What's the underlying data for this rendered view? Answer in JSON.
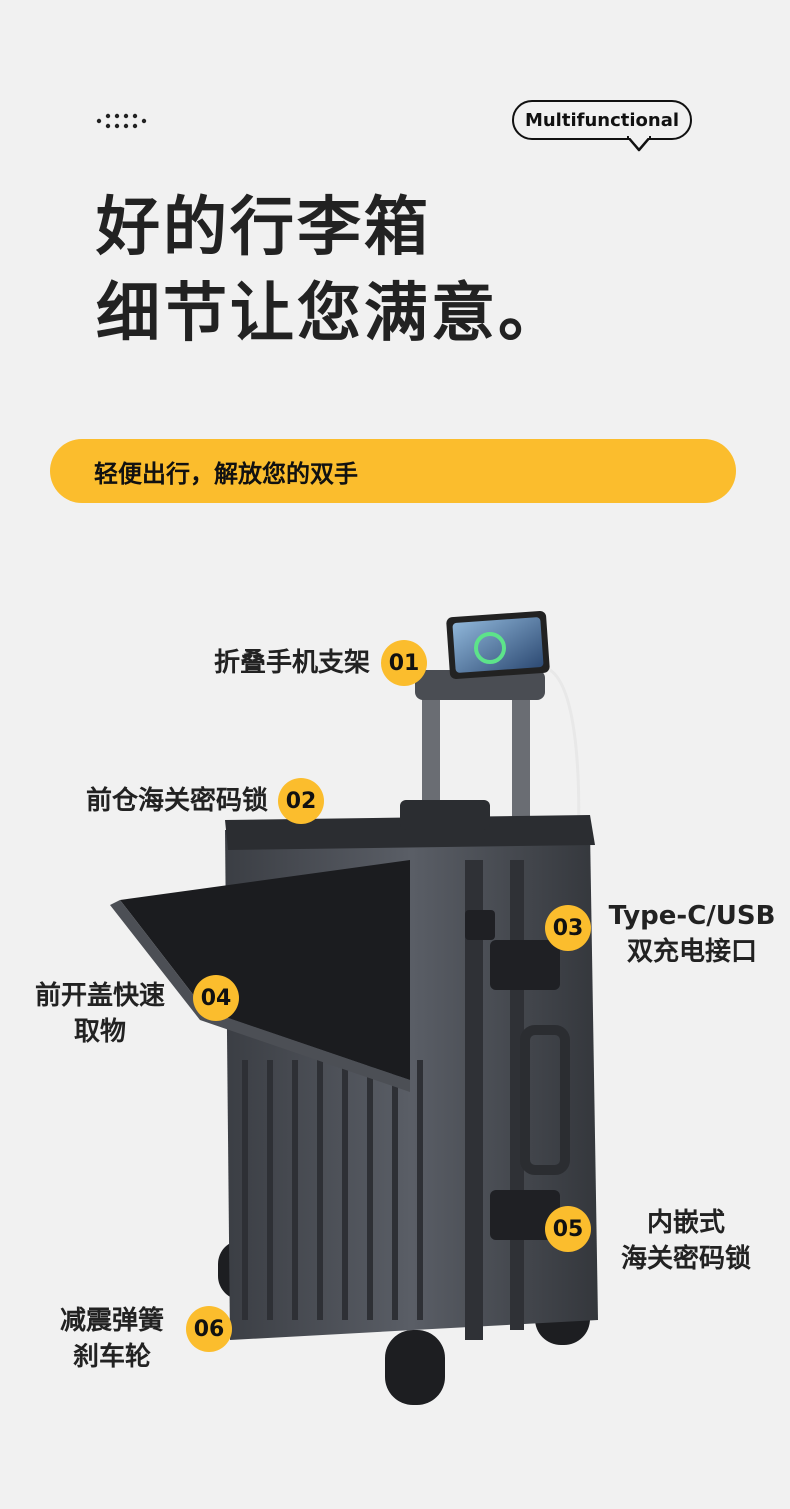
{
  "header": {
    "badge_label": "Multifunctional"
  },
  "title": {
    "line1": "好的行李箱",
    "line2": "细节让您满意。"
  },
  "banner": {
    "text": "轻便出行，解放您的双手"
  },
  "features": [
    {
      "num": "01",
      "lines": [
        "折叠手机支架"
      ]
    },
    {
      "num": "02",
      "lines": [
        "前仓海关密码锁"
      ]
    },
    {
      "num": "03",
      "lines": [
        "Type-C/USB",
        "双充电接口"
      ]
    },
    {
      "num": "04",
      "lines": [
        "前开盖快速",
        "取物"
      ]
    },
    {
      "num": "05",
      "lines": [
        "内嵌式",
        "海关密码锁"
      ]
    },
    {
      "num": "06",
      "lines": [
        "减震弹簧",
        "刹车轮"
      ]
    }
  ],
  "colors": {
    "accent": "#fbbd2d",
    "background": "#f1f1f1",
    "text": "#222222"
  }
}
